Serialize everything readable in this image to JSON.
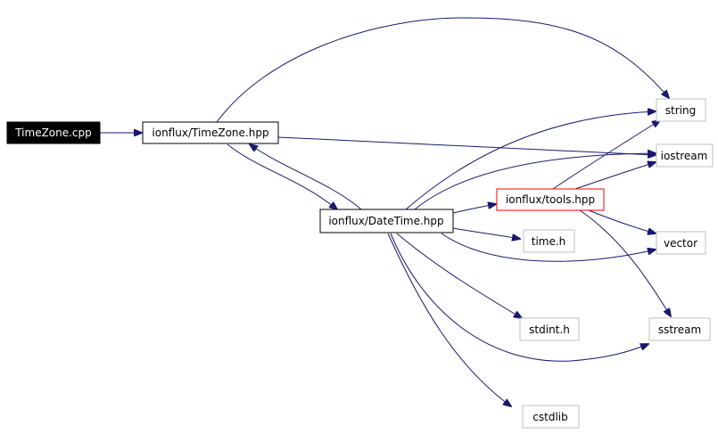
{
  "colors": {
    "edge": "#191970",
    "root_fill": "#000000",
    "root_text": "#ffffff",
    "file_border": "#000000",
    "external_border": "#bfbfbf",
    "highlight_border": "#ff0000"
  },
  "nodes": {
    "timezone_cpp": "TimeZone.cpp",
    "ionflux_timezone_hpp": "ionflux/TimeZone.hpp",
    "ionflux_datetime_hpp": "ionflux/DateTime.hpp",
    "ionflux_tools_hpp": "ionflux/tools.hpp",
    "string": "string",
    "iostream": "iostream",
    "vector": "vector",
    "time_h": "time.h",
    "stdint_h": "stdint.h",
    "sstream": "sstream",
    "cstdlib": "cstdlib"
  },
  "edges": [
    [
      "TimeZone.cpp",
      "ionflux/TimeZone.hpp"
    ],
    [
      "ionflux/TimeZone.hpp",
      "string"
    ],
    [
      "ionflux/TimeZone.hpp",
      "iostream"
    ],
    [
      "ionflux/TimeZone.hpp",
      "ionflux/DateTime.hpp"
    ],
    [
      "ionflux/DateTime.hpp",
      "ionflux/TimeZone.hpp"
    ],
    [
      "ionflux/DateTime.hpp",
      "string"
    ],
    [
      "ionflux/DateTime.hpp",
      "iostream"
    ],
    [
      "ionflux/DateTime.hpp",
      "ionflux/tools.hpp"
    ],
    [
      "ionflux/DateTime.hpp",
      "time.h"
    ],
    [
      "ionflux/DateTime.hpp",
      "vector"
    ],
    [
      "ionflux/DateTime.hpp",
      "stdint.h"
    ],
    [
      "ionflux/DateTime.hpp",
      "sstream"
    ],
    [
      "ionflux/DateTime.hpp",
      "cstdlib"
    ],
    [
      "ionflux/tools.hpp",
      "string"
    ],
    [
      "ionflux/tools.hpp",
      "iostream"
    ],
    [
      "ionflux/tools.hpp",
      "vector"
    ],
    [
      "ionflux/tools.hpp",
      "sstream"
    ]
  ]
}
